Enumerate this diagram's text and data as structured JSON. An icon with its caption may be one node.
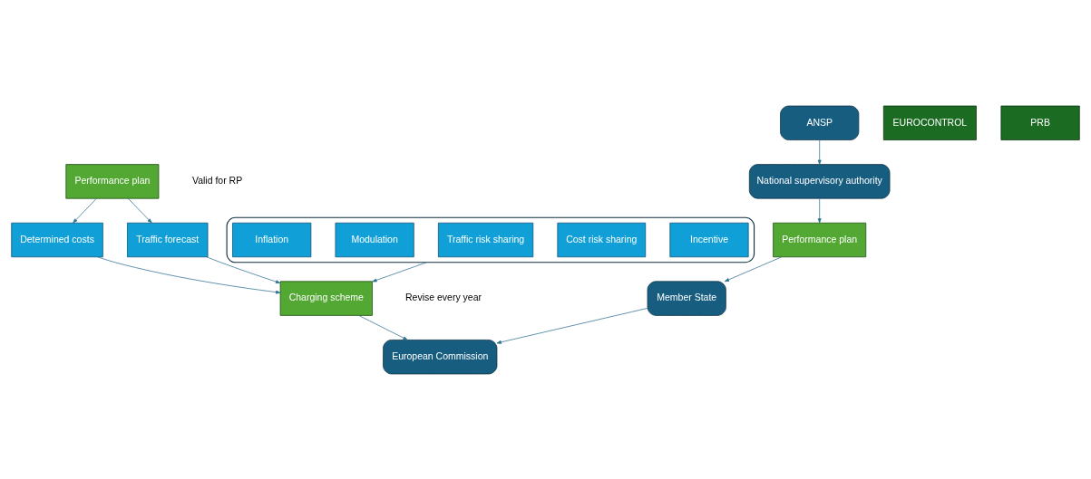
{
  "diagram": {
    "nodes": [
      {
        "text": [
          "Member State"
        ]
      },
      {
        "text": [
          "National supervisory authority"
        ]
      },
      {
        "text": [
          "Performance plan"
        ]
      },
      {
        "text": [
          "ANSP"
        ]
      },
      {
        "text": [
          "European Commission"
        ]
      },
      {
        "text": [
          "Performance plan"
        ],
        "beside": [
          "Valid for RP"
        ]
      },
      {
        "text": [
          "Determined costs"
        ]
      },
      {
        "text": [
          "Traffic forecast"
        ]
      },
      {
        "text": [
          "Charging scheme"
        ],
        "beside": [
          "Revise every year"
        ]
      },
      {
        "text": [],
        "shape": "box"
      },
      {
        "text": [
          "Incentive"
        ],
        "in": 9
      },
      {
        "text": [
          "Cost risk sharing"
        ],
        "in": 9
      },
      {
        "text": [
          "Traffic risk sharing"
        ],
        "in": 9
      },
      {
        "text": [
          "Modulation"
        ],
        "in": 9
      },
      {
        "text": [
          "Inflation"
        ],
        "in": 9
      },
      {
        "text": [
          "EUROCONTROL"
        ]
      },
      {
        "text": [
          "PRB"
        ]
      }
    ],
    "edges": [
      {
        "from": 0,
        "to": 4,
        "arrow": "to"
      },
      {
        "from": 2,
        "to": 0,
        "arrow": "to"
      },
      {
        "from": 1,
        "to": 2,
        "arrow": "to"
      },
      {
        "from": 3,
        "to": 1,
        "arrow": "to"
      },
      {
        "from": 8,
        "to": 4,
        "arrow": "to"
      },
      {
        "from": 5,
        "to": 6,
        "arrow": "to"
      },
      {
        "from": 5,
        "to": 7,
        "arrow": "to"
      },
      {
        "from": 6,
        "to": 8,
        "arrow": "to"
      },
      {
        "from": 7,
        "to": 8,
        "arrow": "to"
      },
      {
        "from": 9,
        "to": 8,
        "arrow": "to"
      }
    ]
  }
}
